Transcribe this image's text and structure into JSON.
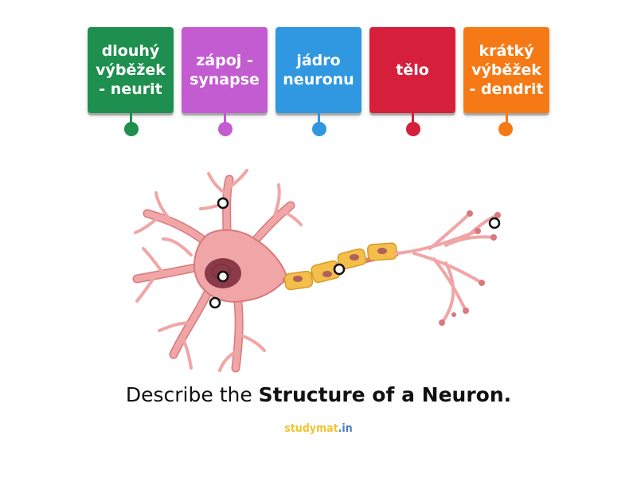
{
  "labels": [
    {
      "lines": [
        "dlouhý",
        "výběžek",
        "- neurit"
      ],
      "color": "#1e8f4e"
    },
    {
      "lines": [
        "zápoj -",
        "synapse"
      ],
      "color": "#c35bd1"
    },
    {
      "lines": [
        "jádro",
        "neuronu"
      ],
      "color": "#2f98e0"
    },
    {
      "lines": [
        "tělo"
      ],
      "color": "#d61f3a"
    },
    {
      "lines": [
        "krátký",
        "výběžek",
        "- dendrit"
      ],
      "color": "#f57a16"
    }
  ],
  "caption": {
    "normal": "Describe the ",
    "bold": "Structure of a Neuron."
  },
  "logo": {
    "part1": "studymat",
    "part2": ".in"
  },
  "colors": {
    "membrane": "#f0a6a6",
    "membrane_dark": "#d9797d",
    "nucleus": "#8a3a48",
    "myelin": "#f3be4a",
    "myelin_dark": "#d99a28"
  }
}
